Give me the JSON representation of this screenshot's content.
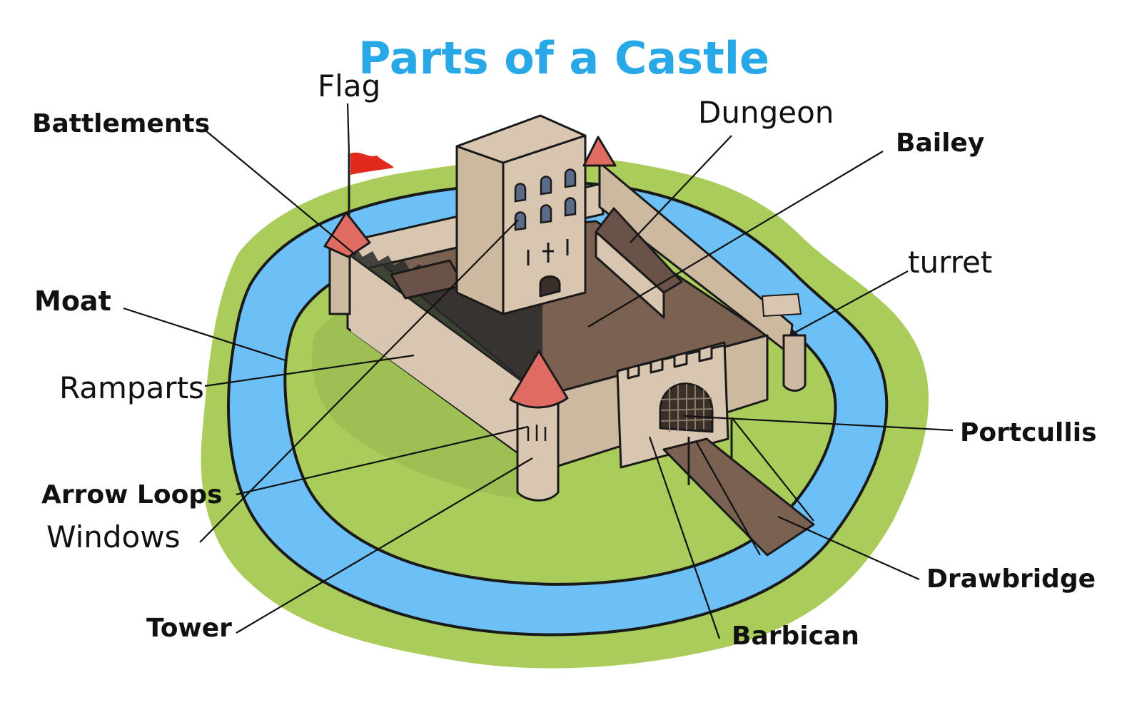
{
  "title": "Parts of a Castle",
  "colors": {
    "title": "#29a8e8",
    "grass": "#a9cc5b",
    "moat": "#6cc0f5",
    "wall_light": "#d9c6b0",
    "wall_mid": "#cdb8a0",
    "wall_dark": "#bfa88f",
    "courtyard": "#7a6152",
    "roof": "#e06b62",
    "flag": "#e02a1e"
  },
  "labels": {
    "flag": "Flag",
    "battlements": "Battlements",
    "dungeon": "Dungeon",
    "bailey": "Bailey",
    "turret": "turret",
    "moat": "Moat",
    "ramparts": "Ramparts",
    "portcullis": "Portcullis",
    "arrow_loops": "Arrow Loops",
    "windows": "Windows",
    "drawbridge": "Drawbridge",
    "tower": "Tower",
    "barbican": "Barbican"
  }
}
